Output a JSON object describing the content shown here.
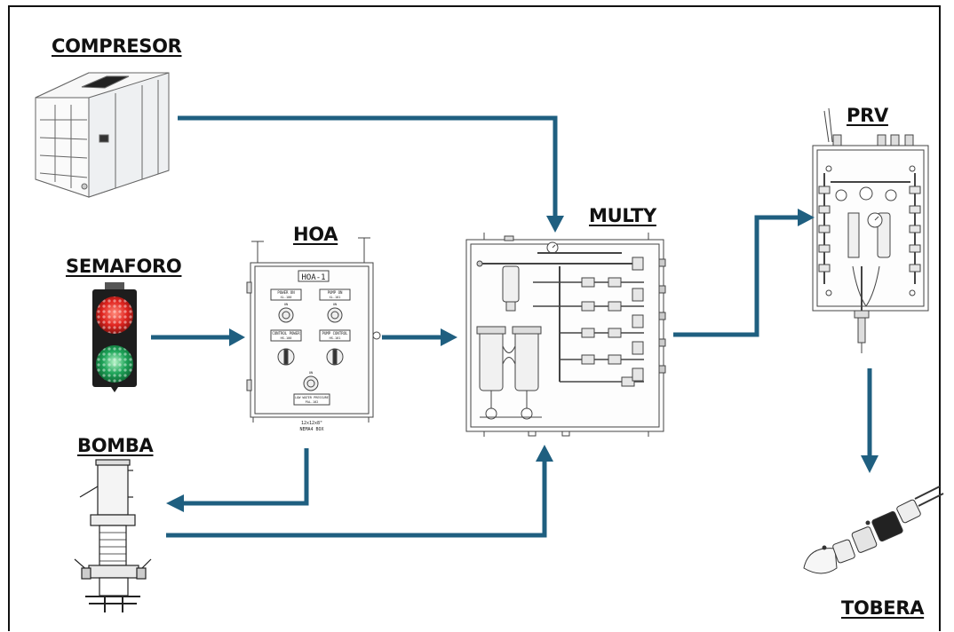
{
  "labels": {
    "compresor": "COMPRESOR",
    "semaforo": "SEMAFORO",
    "hoa": "HOA",
    "multy": "MULTY",
    "prv": "PRV",
    "bomba": "BOMBA",
    "tobera": "TOBERA"
  },
  "hoa_panel": {
    "tag": "HOA-1",
    "power_on_1": "POWER ON",
    "power_on_1_sub": "XL-100",
    "pump_on": "PUMP ON",
    "pump_on_sub": "XL-101",
    "control_power": "CONTROL POWER",
    "control_power_sub": "HS-100",
    "pump_control": "PUMP CONTROL",
    "pump_control_sub": "HS-101",
    "low_water": "LOW WATER PRESSURE",
    "low_water_sub": "PAL-102",
    "on": "ON",
    "box_size": "12x12x8\"",
    "box_type": "NEMA4 BOX"
  },
  "colors": {
    "arrow": "#1f5f80",
    "red_light": "#e0241f",
    "green_light": "#1fa55a"
  }
}
